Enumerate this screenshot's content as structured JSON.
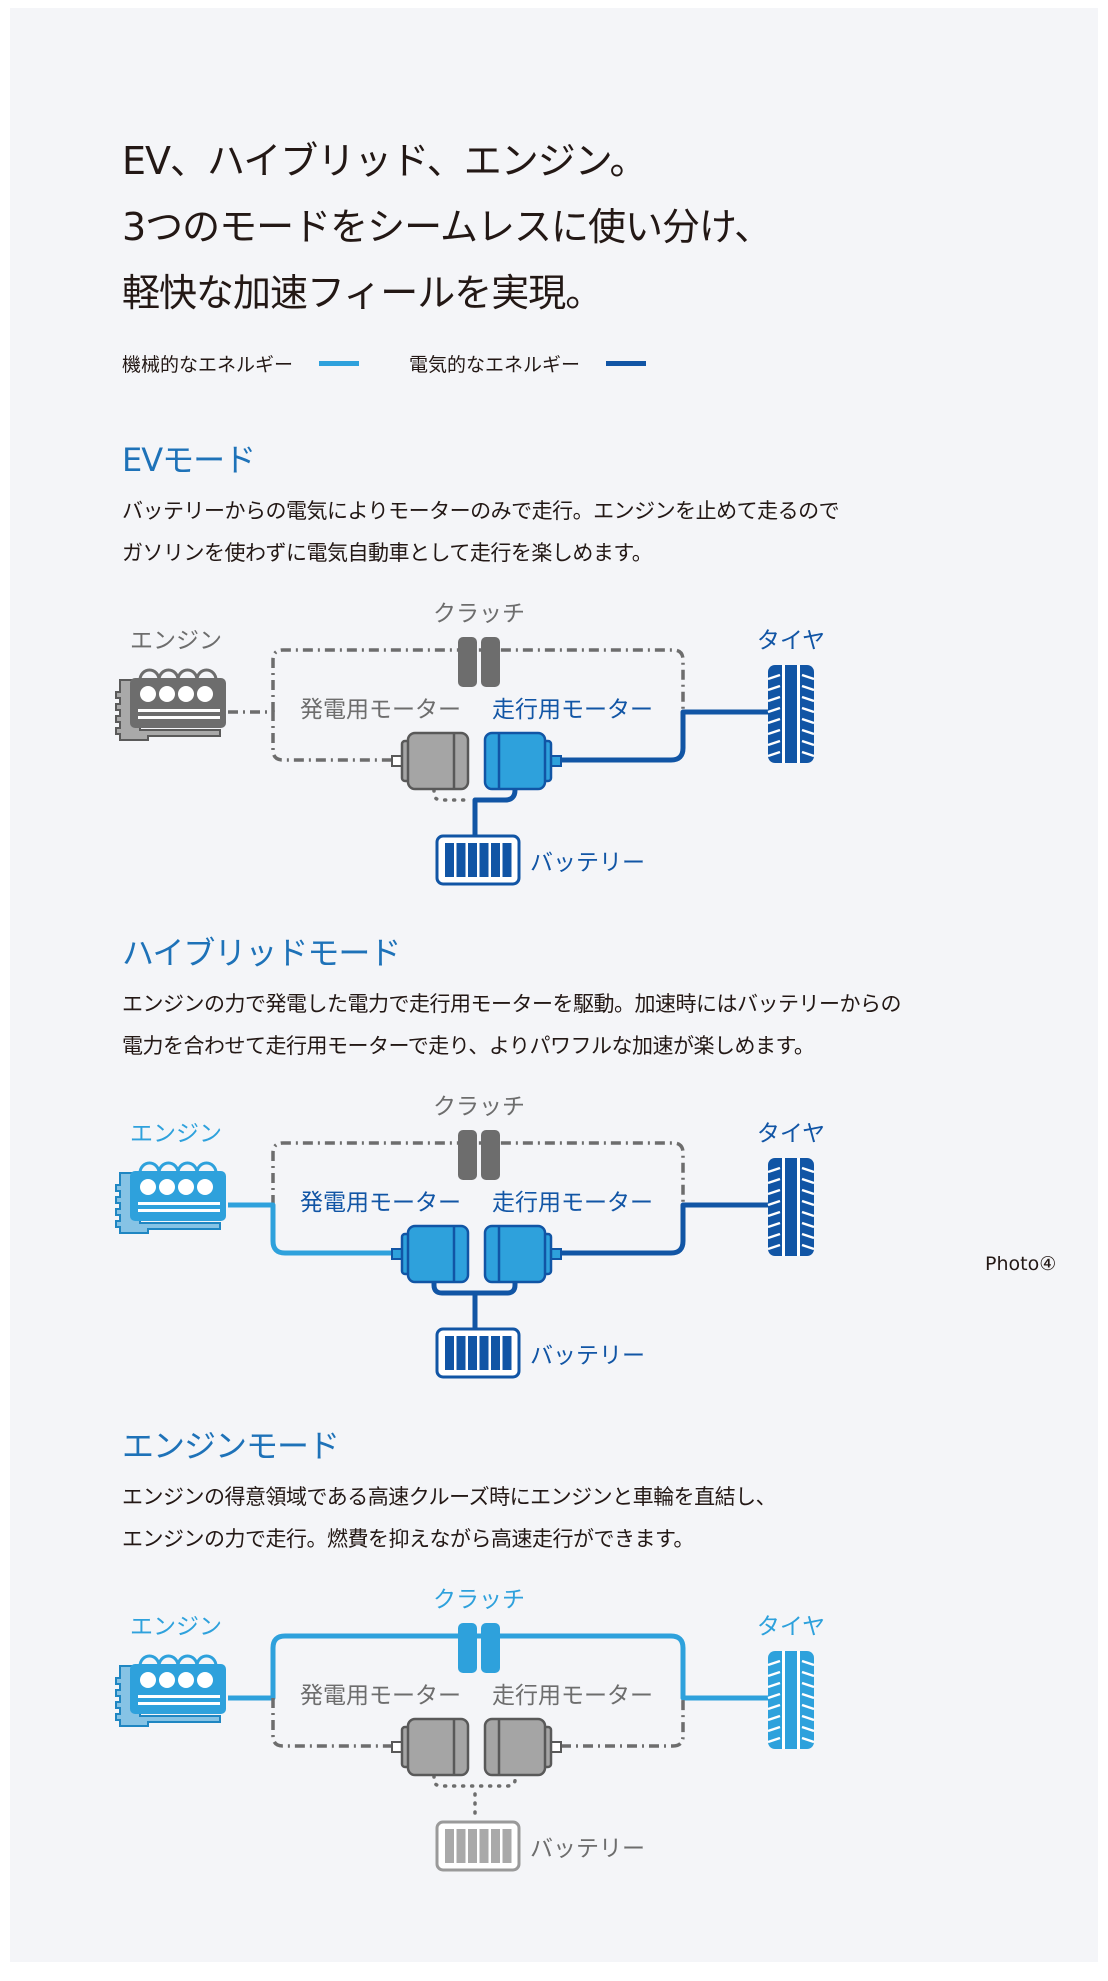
{
  "headline": {
    "lines": [
      "EV、ハイブリッド、エンジン。",
      "3つのモードをシームレスに使い分け、",
      "軽快な加速フィールを実現。"
    ]
  },
  "legend": {
    "mechanical": {
      "label": "機械的なエネルギー",
      "color": "#2ea1dc"
    },
    "electrical": {
      "label": "電気的なエネルギー",
      "color": "#1155a5"
    }
  },
  "colors": {
    "mechanical": "#2ea1dc",
    "electrical": "#1155a5",
    "inactive": "#6d6d6d",
    "inactive_light": "#a5a5a5",
    "heading": "#1e72b8",
    "text": "#231815",
    "background": "#f4f5f8"
  },
  "labels": {
    "engine": "エンジン",
    "clutch": "クラッチ",
    "generator_motor": "発電用モーター",
    "drive_motor": "走行用モーター",
    "tire": "タイヤ",
    "battery": "バッテリー"
  },
  "modes": [
    {
      "title": "EVモード",
      "description": [
        "バッテリーからの電気によりモーターのみで走行。エンジンを止めて走るので",
        "ガソリンを使わずに電気自動車として走行を楽しめます。"
      ],
      "state": {
        "engine": "inactive",
        "clutch": "inactive",
        "generator": "inactive",
        "drive": "active",
        "battery": "active",
        "tire": "electrical",
        "engine_to_gen": "inactive",
        "clutch_path": "inactive",
        "battery_gen": "inactive",
        "battery_drive": "electrical",
        "drive_to_tire": "electrical"
      }
    },
    {
      "title": "ハイブリッドモード",
      "description": [
        "エンジンの力で発電した電力で走行用モーターを駆動。加速時にはバッテリーからの",
        "電力を合わせて走行用モーターで走り、よりパワフルな加速が楽しめます。"
      ],
      "state": {
        "engine": "mechanical",
        "clutch": "inactive",
        "generator": "active",
        "drive": "active",
        "battery": "active",
        "tire": "electrical",
        "engine_to_gen": "mechanical",
        "clutch_path": "inactive",
        "battery_gen": "electrical",
        "battery_drive": "electrical",
        "drive_to_tire": "electrical"
      }
    },
    {
      "title": "エンジンモード",
      "description": [
        "エンジンの得意領域である高速クルーズ時にエンジンと車輪を直結し、",
        "エンジンの力で走行。燃費を抑えながら高速走行ができます。"
      ],
      "state": {
        "engine": "mechanical",
        "clutch": "mechanical",
        "generator": "inactive",
        "drive": "inactive",
        "battery": "inactive",
        "tire": "mechanical",
        "engine_to_gen": "inactive",
        "clutch_path": "mechanical",
        "battery_gen": "inactive",
        "battery_drive": "inactive",
        "drive_to_tire": "inactive"
      }
    }
  ],
  "caption": "Photo④"
}
